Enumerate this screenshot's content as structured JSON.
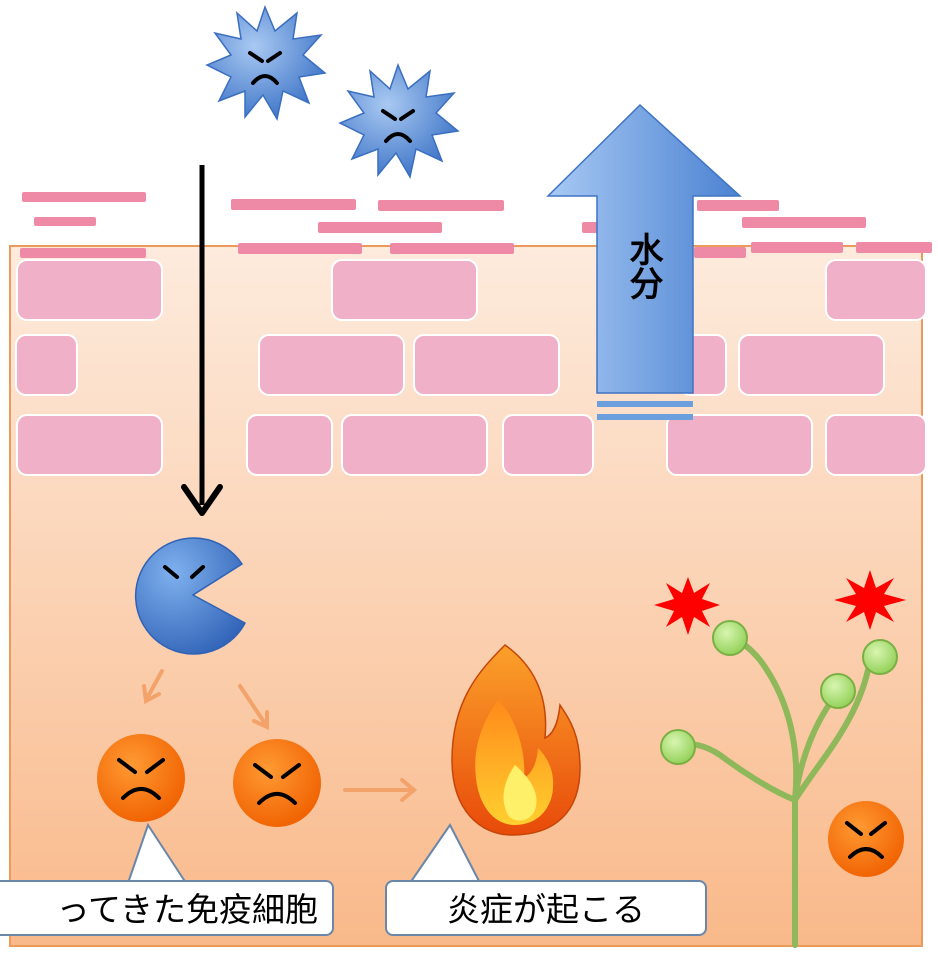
{
  "labels": {
    "water": "水分",
    "callout_immune": "ってきた免疫細胞",
    "callout_inflammation": "炎症が起こる"
  },
  "colors": {
    "skin_top": "#fde7d9",
    "skin_bottom": "#f9b98a",
    "cell": "#f0b0c8",
    "cell_border": "#ffffff",
    "stratum_line": "#ef8aa6",
    "germ": "#3e78c9",
    "immune_cell": "#4a80cf",
    "angry_cell": "#ff6f00",
    "fire_outer": "#f26c0c",
    "fire_inner": "#ffd43a",
    "nerve": "#8fb85a",
    "nerve_tip": "#aee07c",
    "itch_burst": "#ff0000",
    "arrow_small": "#f3a36a",
    "water_arrow": "#6c9fde"
  },
  "icons": {
    "germ_1": "germ-icon",
    "germ_2": "germ-icon",
    "immune": "pacman-immune-cell-icon",
    "angry": "angry-face-icon",
    "fire": "flame-icon",
    "nerve": "nerve-fiber-icon",
    "burst": "itch-burst-icon"
  }
}
